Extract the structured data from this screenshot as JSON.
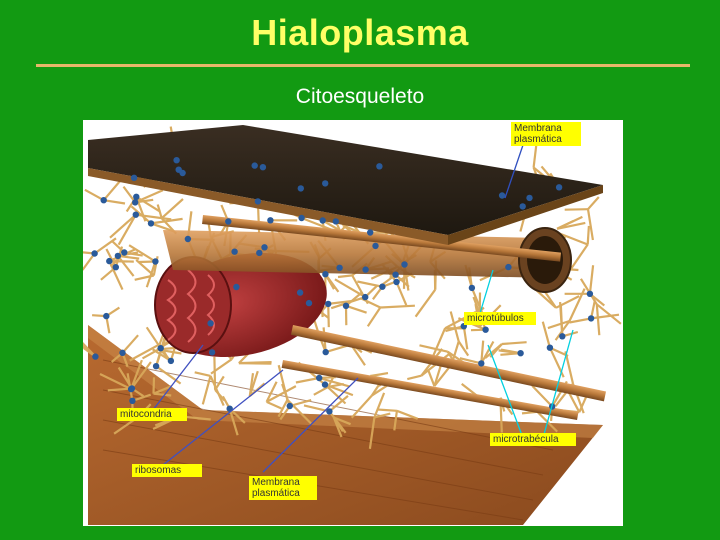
{
  "slide": {
    "title": "Hialoplasma",
    "subtitle": "Citoesqueleto"
  },
  "diagram": {
    "labels": {
      "membrana_top": "Membrana plasmática",
      "microtubulos": "microtúbulos",
      "mitocondria": "mitocondria",
      "microtrabecula": "microtrabécula",
      "ribosomas": "ribosomas",
      "membrana_bottom": "Membrana plasmática"
    }
  }
}
